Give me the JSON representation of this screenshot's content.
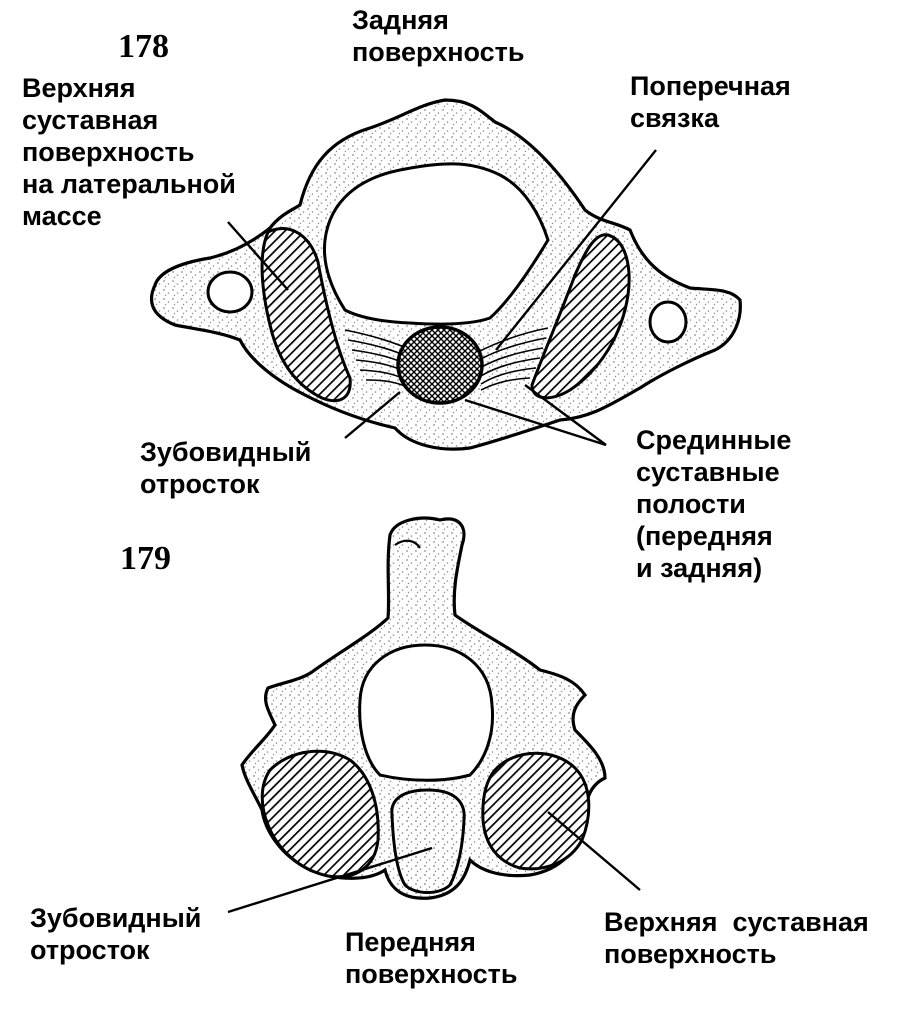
{
  "figures": [
    {
      "number": "178"
    },
    {
      "number": "179"
    }
  ],
  "labels": {
    "posterior_surface": "Задняя\nповерхность",
    "superior_articular_lateral": "Верхняя\nсуставная\nповерхность\nна латеральной\nмассе",
    "transverse_ligament": "Поперечная\nсвязка",
    "dens_178": "Зубовидный\nотросток",
    "median_cavities": "Срединные\nсуставные\nполости\n(передняя\nи задняя)",
    "dens_179": "Зубовидный\nотросток",
    "anterior_surface": "Передняя\nповерхность",
    "superior_articular": "Верхняя  суставная\nповерхность"
  },
  "colors": {
    "ink": "#000000",
    "paper": "#ffffff"
  }
}
